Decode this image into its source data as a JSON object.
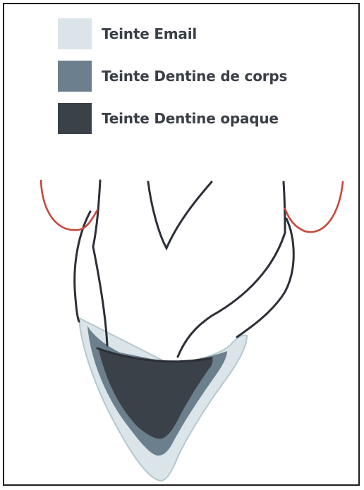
{
  "legend": [
    {
      "label": "Teinte Email",
      "color": "#dbe5e9"
    },
    {
      "label": "Teinte Dentine de corps",
      "color": "#6b7f8c"
    },
    {
      "label": "Teinte Dentine opaque",
      "color": "#3b4148"
    }
  ],
  "colors": {
    "outline": "#2c2f36",
    "gingiva": "#c8473a",
    "enamel": "#dbe5e9",
    "enamel_edge": "#b5c7cf",
    "body_dentin": "#6b7f8c",
    "opaque_dentin": "#3b4148"
  }
}
